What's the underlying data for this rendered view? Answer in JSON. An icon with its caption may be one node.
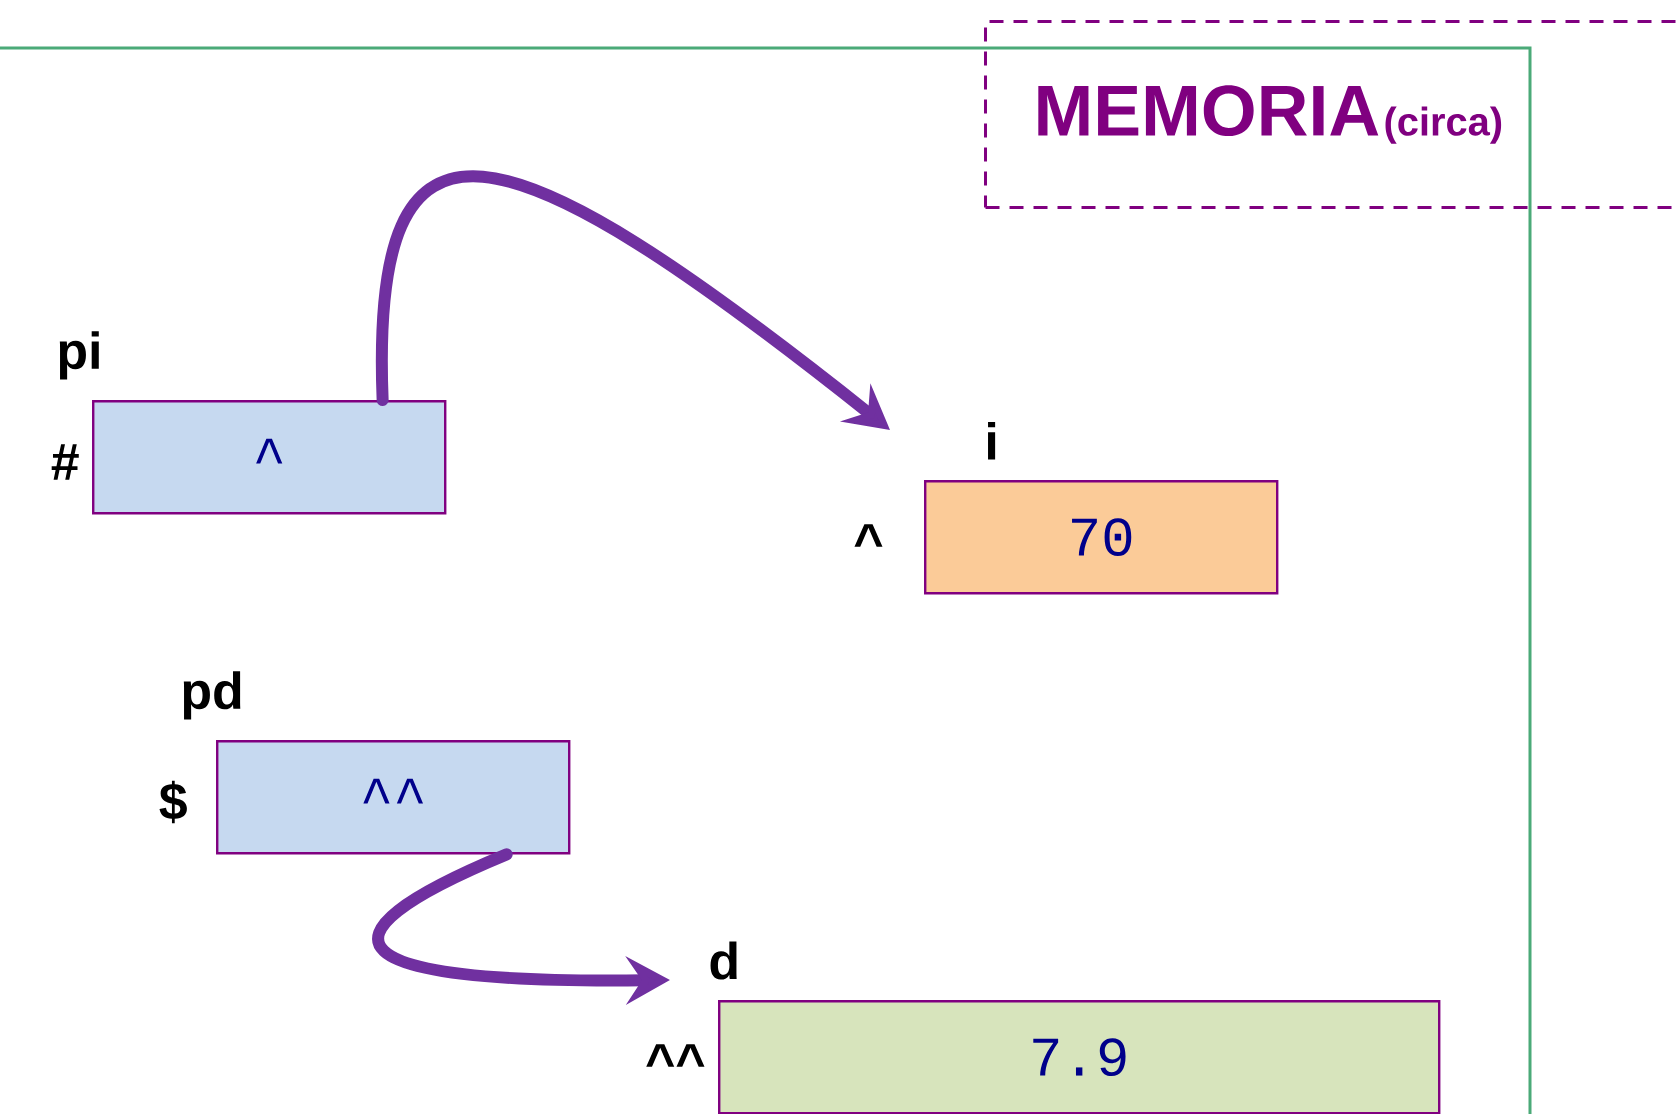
{
  "diagram": {
    "nodes": [
      {
        "text": [
          "MEMORIA",
          "(circa)"
        ]
      },
      {
        "text": [
          "pi",
          "^"
        ],
        "beside": [
          "#"
        ]
      },
      {
        "text": [
          "i",
          "70"
        ],
        "beside": [
          "^"
        ]
      },
      {
        "text": [
          "pd",
          "^^"
        ],
        "beside": [
          "$"
        ]
      },
      {
        "text": [
          "d",
          "7.9"
        ],
        "beside": [
          "^^"
        ]
      }
    ],
    "edges": [
      {
        "from": 1,
        "to": 2,
        "arrow": "to"
      },
      {
        "from": 3,
        "to": 4,
        "arrow": "to"
      }
    ]
  }
}
